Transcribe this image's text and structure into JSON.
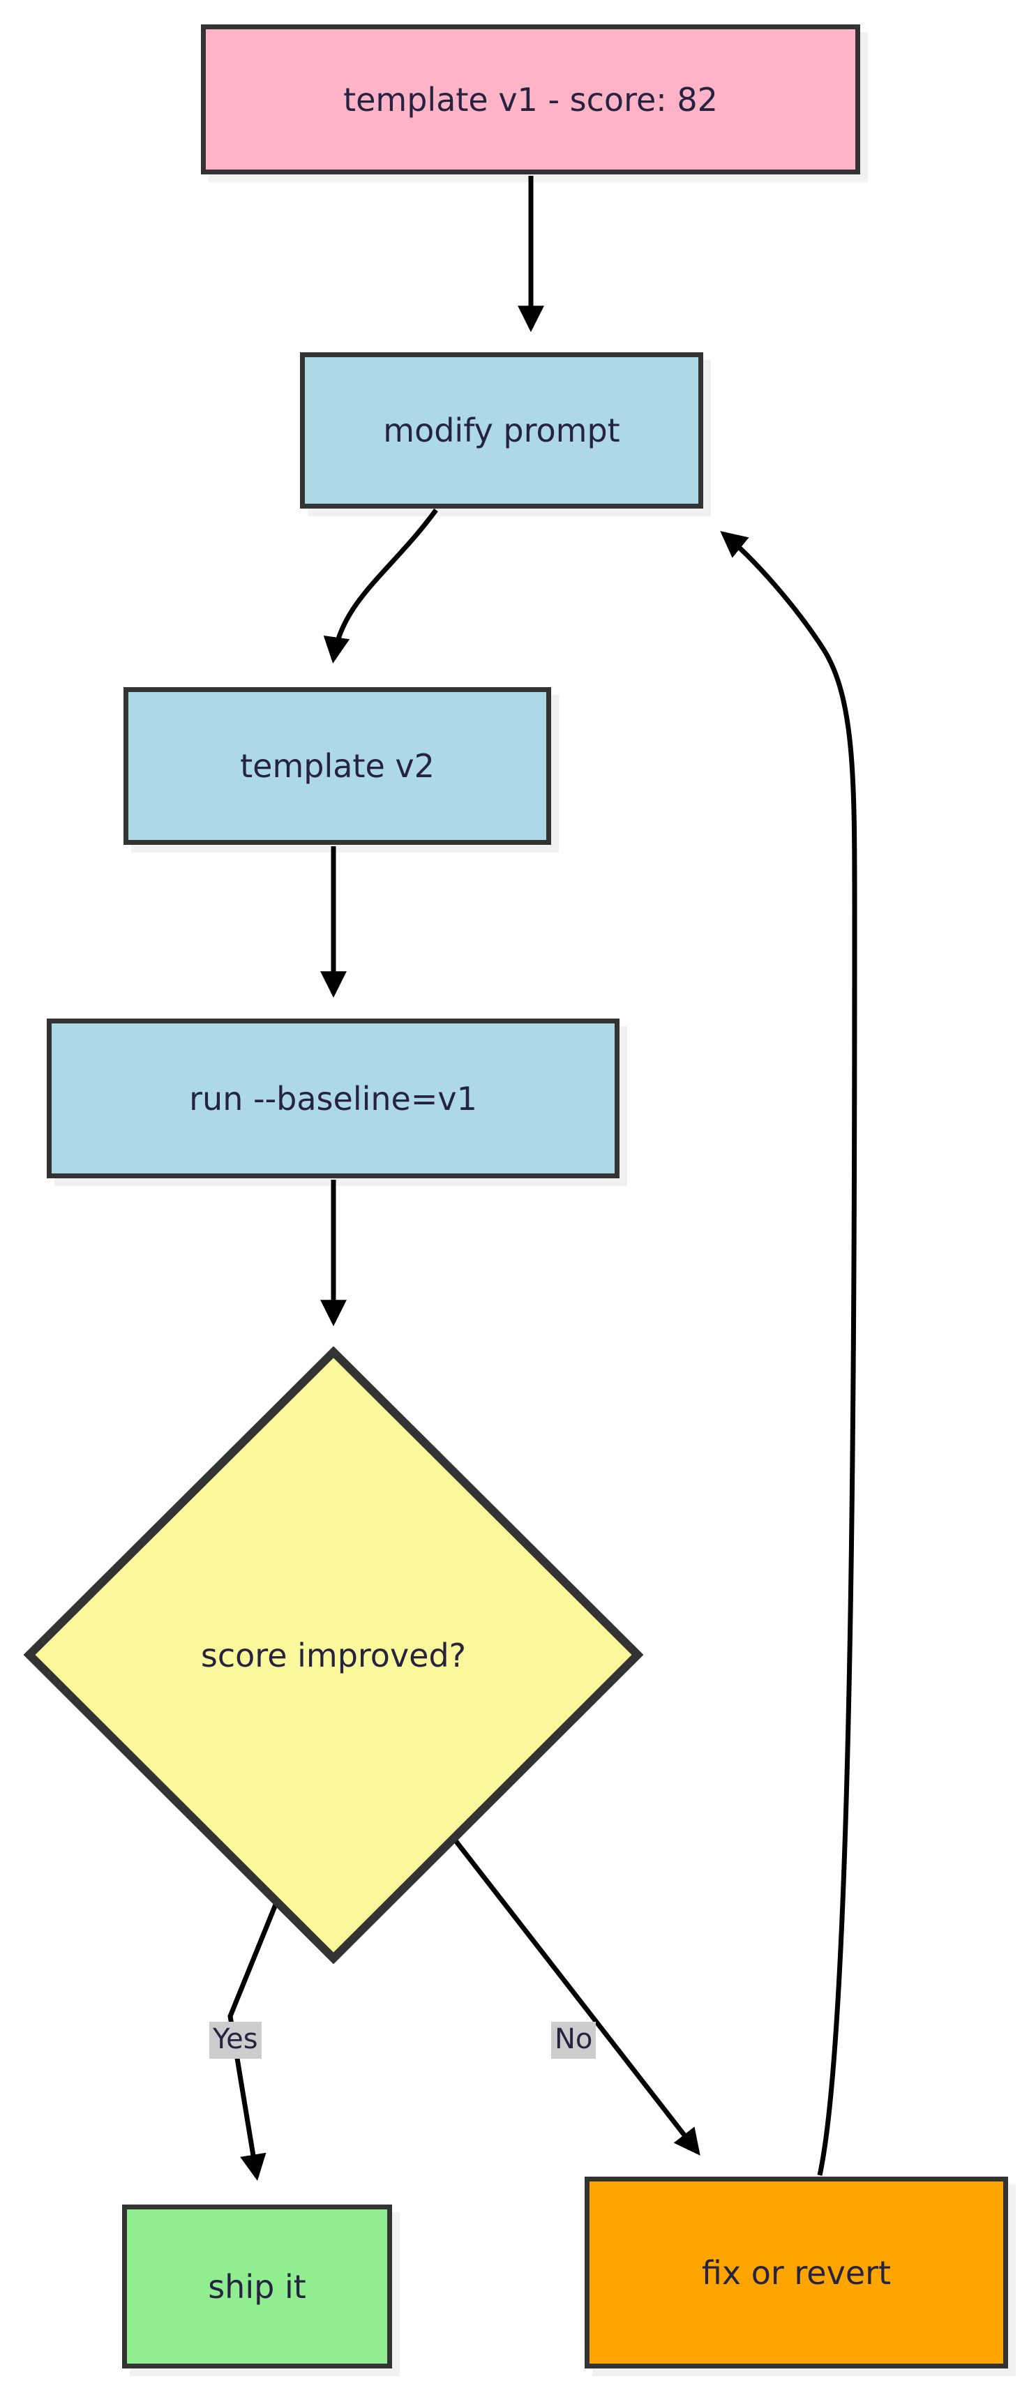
{
  "diagram": {
    "type": "flowchart",
    "direction": "top-down",
    "background": "#ffffff",
    "node_border_color": "#333333",
    "text_color": "#262340",
    "edge_color": "#000000",
    "nodes": [
      {
        "id": "template_v1",
        "label": "template v1 - score: 82",
        "shape": "rect",
        "fill": "#FFB3C6"
      },
      {
        "id": "modify_prompt",
        "label": "modify prompt",
        "shape": "rect",
        "fill": "#ADD8E6"
      },
      {
        "id": "template_v2",
        "label": "template v2",
        "shape": "rect",
        "fill": "#ADD8E6"
      },
      {
        "id": "run_baseline",
        "label": "run --baseline=v1",
        "shape": "rect",
        "fill": "#ADD8E6"
      },
      {
        "id": "score_improved",
        "label": "score improved?",
        "shape": "diamond",
        "fill": "#FBF79B"
      },
      {
        "id": "ship_it",
        "label": "ship it",
        "shape": "rect",
        "fill": "#90EE90"
      },
      {
        "id": "fix_or_revert",
        "label": "fix or revert",
        "shape": "rect",
        "fill": "#FFA500"
      }
    ],
    "edges": [
      {
        "from": "template_v1",
        "to": "modify_prompt",
        "label": ""
      },
      {
        "from": "modify_prompt",
        "to": "template_v2",
        "label": ""
      },
      {
        "from": "template_v2",
        "to": "run_baseline",
        "label": ""
      },
      {
        "from": "run_baseline",
        "to": "score_improved",
        "label": ""
      },
      {
        "from": "score_improved",
        "to": "ship_it",
        "label": "Yes"
      },
      {
        "from": "score_improved",
        "to": "fix_or_revert",
        "label": "No"
      },
      {
        "from": "fix_or_revert",
        "to": "modify_prompt",
        "label": ""
      }
    ],
    "edge_labels": {
      "yes": "Yes",
      "no": "No"
    }
  }
}
